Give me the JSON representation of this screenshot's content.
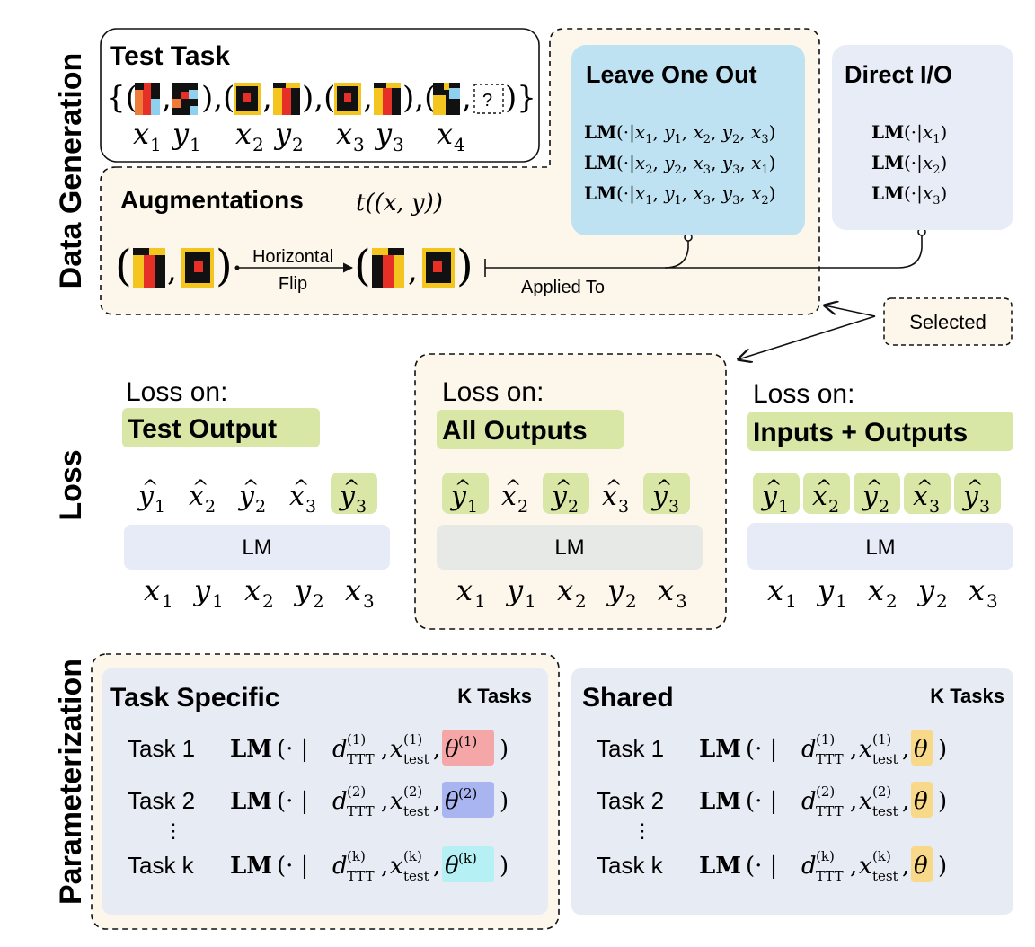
{
  "sections": {
    "data_generation": "Data Generation",
    "loss": "Loss",
    "parameterization": "Parameterization"
  },
  "test_task": {
    "title": "Test Task",
    "labels": [
      "x",
      "1",
      "y",
      "1",
      "x",
      "2",
      "y",
      "2",
      "x",
      "3",
      "y",
      "3",
      "x",
      "4"
    ],
    "unknown_mark": "?"
  },
  "augmentations": {
    "title": "Augmentations",
    "formula": "t((x, y))",
    "transform_label_1": "Horizontal",
    "transform_label_2": "Flip",
    "applied_to": "Applied To"
  },
  "leave_one_out": {
    "title": "Leave One Out",
    "lines": [
      {
        "pre": "LM",
        "body": "(·|x",
        "s": [
          "1",
          "1",
          "2",
          "2",
          "3"
        ],
        "vars": [
          "x",
          "y",
          "x",
          "y",
          "x"
        ]
      },
      {
        "pre": "LM",
        "body": "(·|x",
        "s": [
          "2",
          "2",
          "3",
          "3",
          "1"
        ],
        "vars": [
          "x",
          "y",
          "x",
          "y",
          "x"
        ]
      },
      {
        "pre": "LM",
        "body": "(·|x",
        "s": [
          "1",
          "1",
          "3",
          "3",
          "2"
        ],
        "vars": [
          "x",
          "y",
          "x",
          "y",
          "x"
        ]
      }
    ]
  },
  "direct_io": {
    "title": "Direct I/O",
    "lines": [
      {
        "pre": "LM",
        "s": "1"
      },
      {
        "pre": "LM",
        "s": "2"
      },
      {
        "pre": "LM",
        "s": "3"
      }
    ]
  },
  "selected_label": "Selected",
  "loss_panels": [
    {
      "heading": "Loss on:",
      "target": "Test Output",
      "highlight": [
        false,
        false,
        false,
        false,
        true
      ],
      "lm": "LM",
      "selected": false
    },
    {
      "heading": "Loss on:",
      "target": "All Outputs",
      "highlight": [
        true,
        false,
        true,
        false,
        true
      ],
      "lm": "LM",
      "selected": true
    },
    {
      "heading": "Loss on:",
      "target": "Inputs + Outputs",
      "highlight": [
        true,
        true,
        true,
        true,
        true
      ],
      "lm": "LM",
      "selected": false
    }
  ],
  "loss_tokens": {
    "outputs": [
      "y",
      "x",
      "y",
      "x",
      "y"
    ],
    "output_subs": [
      "1",
      "2",
      "2",
      "3",
      "3"
    ],
    "inputs": [
      "x",
      "y",
      "x",
      "y",
      "x"
    ],
    "input_subs": [
      "1",
      "1",
      "2",
      "2",
      "3"
    ]
  },
  "parameterization": {
    "task_specific": {
      "title": "Task Specific",
      "k_tasks": "K Tasks",
      "rows": [
        {
          "label": "Task 1",
          "sup": "(1)",
          "theta": "θ",
          "theta_sup": "(1)"
        },
        {
          "label": "Task 2",
          "sup": "(2)",
          "theta": "θ",
          "theta_sup": "(2)"
        },
        {
          "label": "Task k",
          "sup": "(k)",
          "theta": "θ",
          "theta_sup": "(k)"
        }
      ],
      "theta_colors": [
        "#f5a7a7",
        "#a9b5f0",
        "#b5f1f4"
      ]
    },
    "shared": {
      "title": "Shared",
      "k_tasks": "K Tasks",
      "rows": [
        {
          "label": "Task 1",
          "sup": "(1)",
          "theta": "θ"
        },
        {
          "label": "Task 2",
          "sup": "(2)",
          "theta": "θ"
        },
        {
          "label": "Task k",
          "sup": "(k)",
          "theta": "θ"
        }
      ],
      "theta_color": "#f8d98a"
    },
    "lm_prefix": "LM",
    "d_sub": "TTT",
    "x_sub": "test",
    "vdots": "⋮"
  },
  "colors": {
    "cream": "#fdf6ea",
    "blue_panel": "#bfe2f3",
    "grey_blue_panel": "#e7ecf6",
    "lm_bar": "#e6ebf7",
    "lm_bar_selected": "#e7e9e7",
    "green_highlight": "#d8e6a6",
    "shared_panel": "#e6ebf4"
  }
}
